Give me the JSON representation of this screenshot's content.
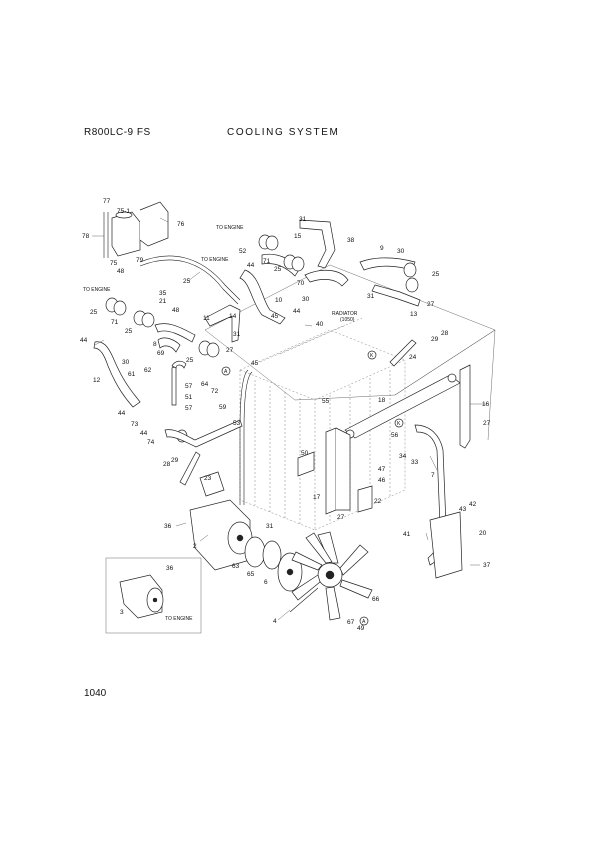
{
  "header": {
    "model": "R800LC-9 FS",
    "title": "COOLING SYSTEM"
  },
  "page_number": "1040",
  "notes": {
    "to_engine": "TO ENGINE",
    "radiator": "RADIATOR",
    "radiator_sub": "(1050)"
  },
  "callouts": [
    "77",
    "75-1",
    "76",
    "78",
    "75",
    "79",
    "48",
    "TO ENGINE",
    "52",
    "25",
    "TO ENGINE",
    "44",
    "31",
    "15",
    "38",
    "71",
    "25",
    "9",
    "30",
    "25",
    "70",
    "30",
    "31",
    "27",
    "13",
    "10",
    "45",
    "TO ENGINE",
    "25",
    "35",
    "21",
    "44",
    "40",
    "71",
    "48",
    "11",
    "31",
    "14",
    "25",
    "27",
    "8",
    "30",
    "69",
    "25",
    "45",
    "28",
    "29",
    "24",
    "44",
    "12",
    "61",
    "62",
    "57",
    "51",
    "57",
    "64",
    "72",
    "73",
    "74",
    "44",
    "44",
    "55",
    "53",
    "59",
    "18",
    "16",
    "56",
    "27",
    "34",
    "33",
    "29",
    "28",
    "23",
    "50",
    "47",
    "46",
    "7",
    "17",
    "22",
    "27",
    "36",
    "31",
    "2",
    "63",
    "65",
    "6",
    "37",
    "42",
    "43",
    "20",
    "41",
    "4",
    "67",
    "66",
    "49",
    "36",
    "3",
    "TO ENGINE"
  ]
}
